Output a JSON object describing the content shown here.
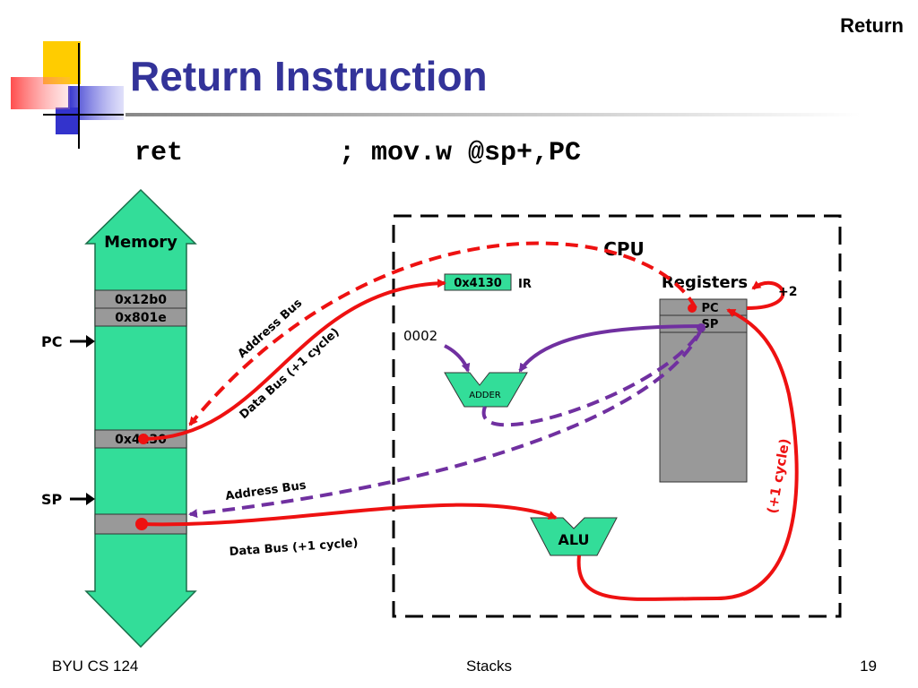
{
  "header": {
    "corner_title": "Return",
    "title": "Return Instruction"
  },
  "code": {
    "instruction": "ret",
    "comment": "; mov.w @sp+,PC"
  },
  "memory": {
    "label": "Memory",
    "cells": [
      "0x12b0",
      "0x801e",
      "0x4130",
      ""
    ],
    "pointers": [
      "PC",
      "SP"
    ]
  },
  "cpu": {
    "label": "CPU",
    "registers_label": "Registers",
    "register_names": [
      "PC",
      "SP"
    ],
    "ir_value": "0x4130",
    "ir_label": "IR",
    "constant": "0002",
    "adder_label": "ADDER",
    "alu_label": "ALU",
    "increment": "+2",
    "cycle_note": "(+1 cycle)"
  },
  "buses": {
    "address_bus": "Address Bus",
    "data_bus": "Data Bus (+1 cycle)"
  },
  "footer": {
    "left": "BYU CS 124",
    "center": "Stacks",
    "page": "19"
  },
  "colors": {
    "title": "#333399",
    "memory_fill": "#33dd99",
    "register_fill": "#999999",
    "read_path": "#ee1111",
    "address_path": "#7030a0",
    "logo_yellow": "#ffcc00",
    "logo_blue": "#3333cc"
  }
}
